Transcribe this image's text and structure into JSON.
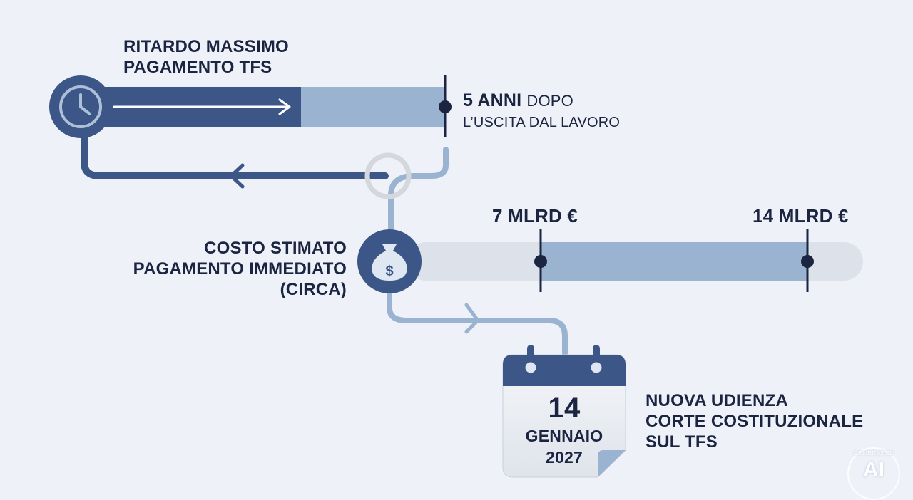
{
  "delay": {
    "title_line1": "RITARDO MASSIMO",
    "title_line2": "PAGAMENTO TFS",
    "value_bold": "5 ANNI",
    "value_light": "DOPO",
    "value_sub": "L’USCITA DAL LAVORO",
    "icon": "clock-icon"
  },
  "cost": {
    "title_line1": "COSTO STIMATO",
    "title_line2": "PAGAMENTO IMMEDIATO",
    "title_line3": "(CIRCA)",
    "min_label": "7 MLRD €",
    "max_label": "14 MLRD €",
    "min": 7,
    "max": 14,
    "icon": "money-bag-icon"
  },
  "hearing": {
    "day": "14",
    "month": "GENNAIO",
    "year": "2027",
    "title_line1": "NUOVA UDIENZA",
    "title_line2": "CORTE COSTITUZIONALE",
    "title_line3": "SUL TFS",
    "icon": "calendar-icon"
  },
  "watermark": {
    "top": "GENERATED",
    "main": "AI"
  },
  "colors": {
    "dark_blue": "#3b5687",
    "mid_blue": "#8fa9c9",
    "light_blue": "#9fb7d4",
    "track_gray": "#dde2ea",
    "navy": "#1b2440"
  }
}
